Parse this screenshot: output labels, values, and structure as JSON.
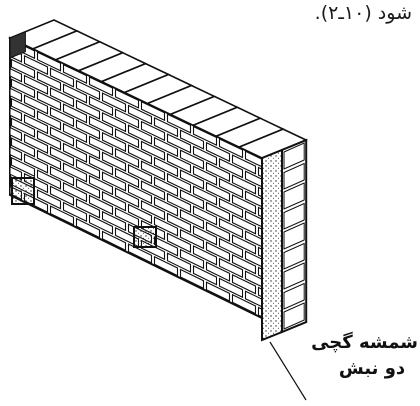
{
  "caption_fragment": "شود (۱۰ـ۲).",
  "callout": {
    "line1": "شمشه گچی",
    "line2": "دو نبش"
  }
}
